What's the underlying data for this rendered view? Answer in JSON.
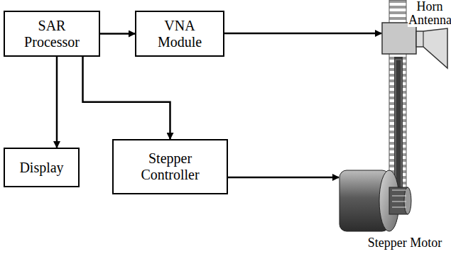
{
  "diagram": {
    "nodes": [
      {
        "text": [
          "SAR Processor"
        ]
      },
      {
        "text": [
          "VNA Module"
        ]
      },
      {
        "text": [
          "Display"
        ]
      },
      {
        "text": [
          "Stepper Controller"
        ]
      }
    ],
    "edges": [
      {
        "from": 0,
        "to": 1,
        "arrow": "to"
      },
      {
        "from": 0,
        "to": 2,
        "arrow": "to"
      },
      {
        "from": 0,
        "to": 3,
        "arrow": "to"
      }
    ],
    "labels": [
      "Horn Antenna",
      "Stepper Motor"
    ]
  }
}
